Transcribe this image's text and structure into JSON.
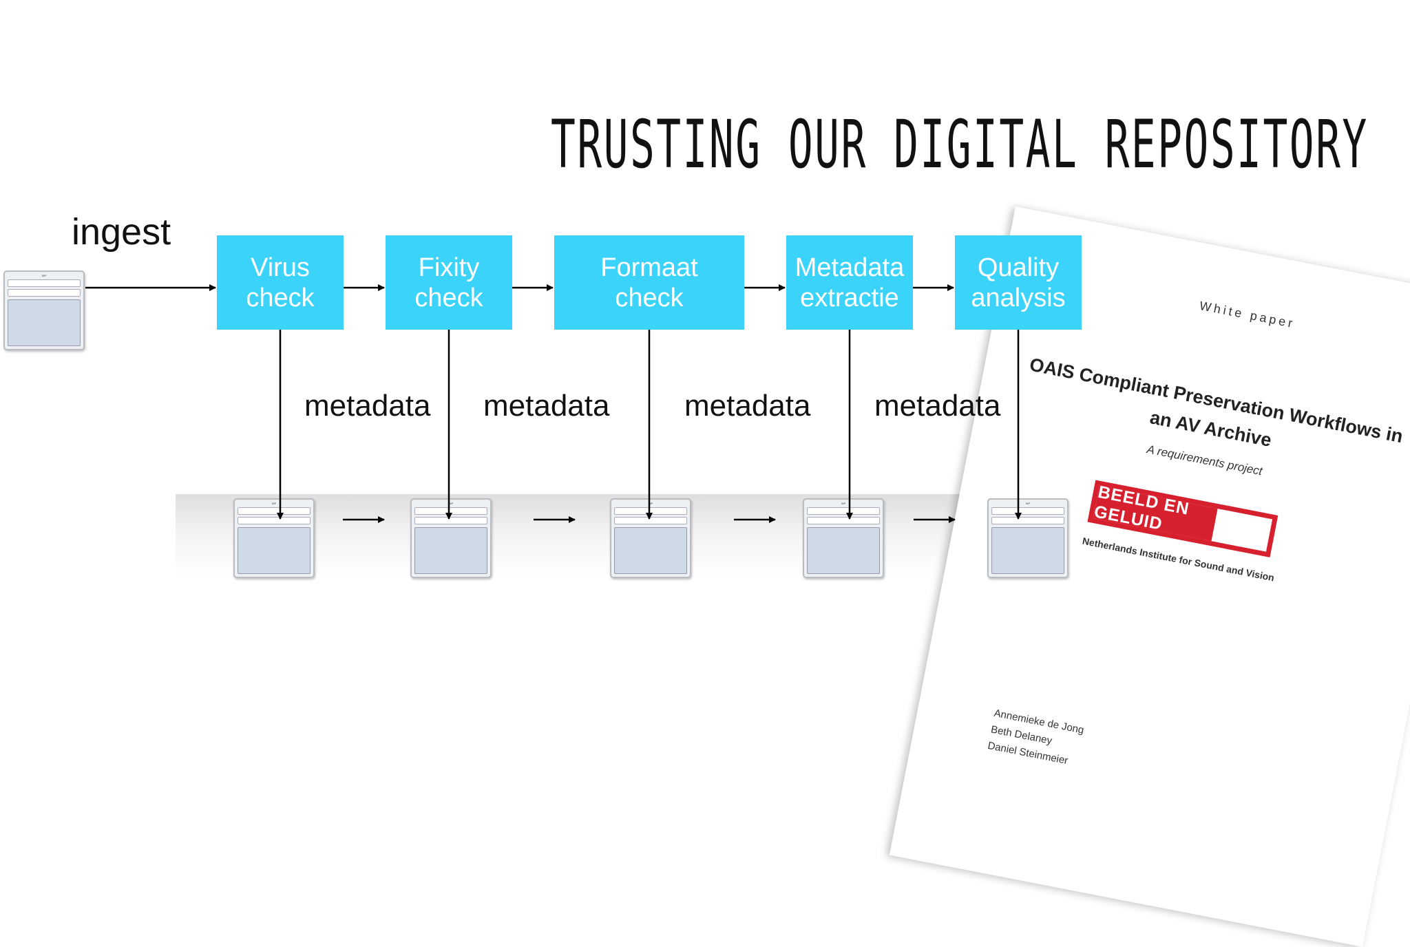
{
  "title": "TRUSTING OUR DIGITAL REPOSITORY",
  "ingest_label": "ingest",
  "steps": [
    {
      "label": "Virus\ncheck"
    },
    {
      "label": "Fixity\ncheck"
    },
    {
      "label": "Formaat\ncheck"
    },
    {
      "label": "Metadata\nextractie"
    },
    {
      "label": "Quality\nanalysis"
    }
  ],
  "metadata_labels": [
    "metadata",
    "metadata",
    "metadata",
    "metadata"
  ],
  "colors": {
    "step_box": "#3cd3fb",
    "arrow": "#000000",
    "logo_red": "#d6202e"
  },
  "white_paper": {
    "kicker": "White paper",
    "title": "OAIS Compliant Preservation Workflows in an AV Archive",
    "subtitle": "A requirements project",
    "logo_text": "BEELD EN GELUID",
    "institute": "Netherlands Institute for Sound and Vision",
    "authors": [
      "Annemieke de Jong",
      "Beth Delaney",
      "Daniel Steinmeier"
    ]
  }
}
